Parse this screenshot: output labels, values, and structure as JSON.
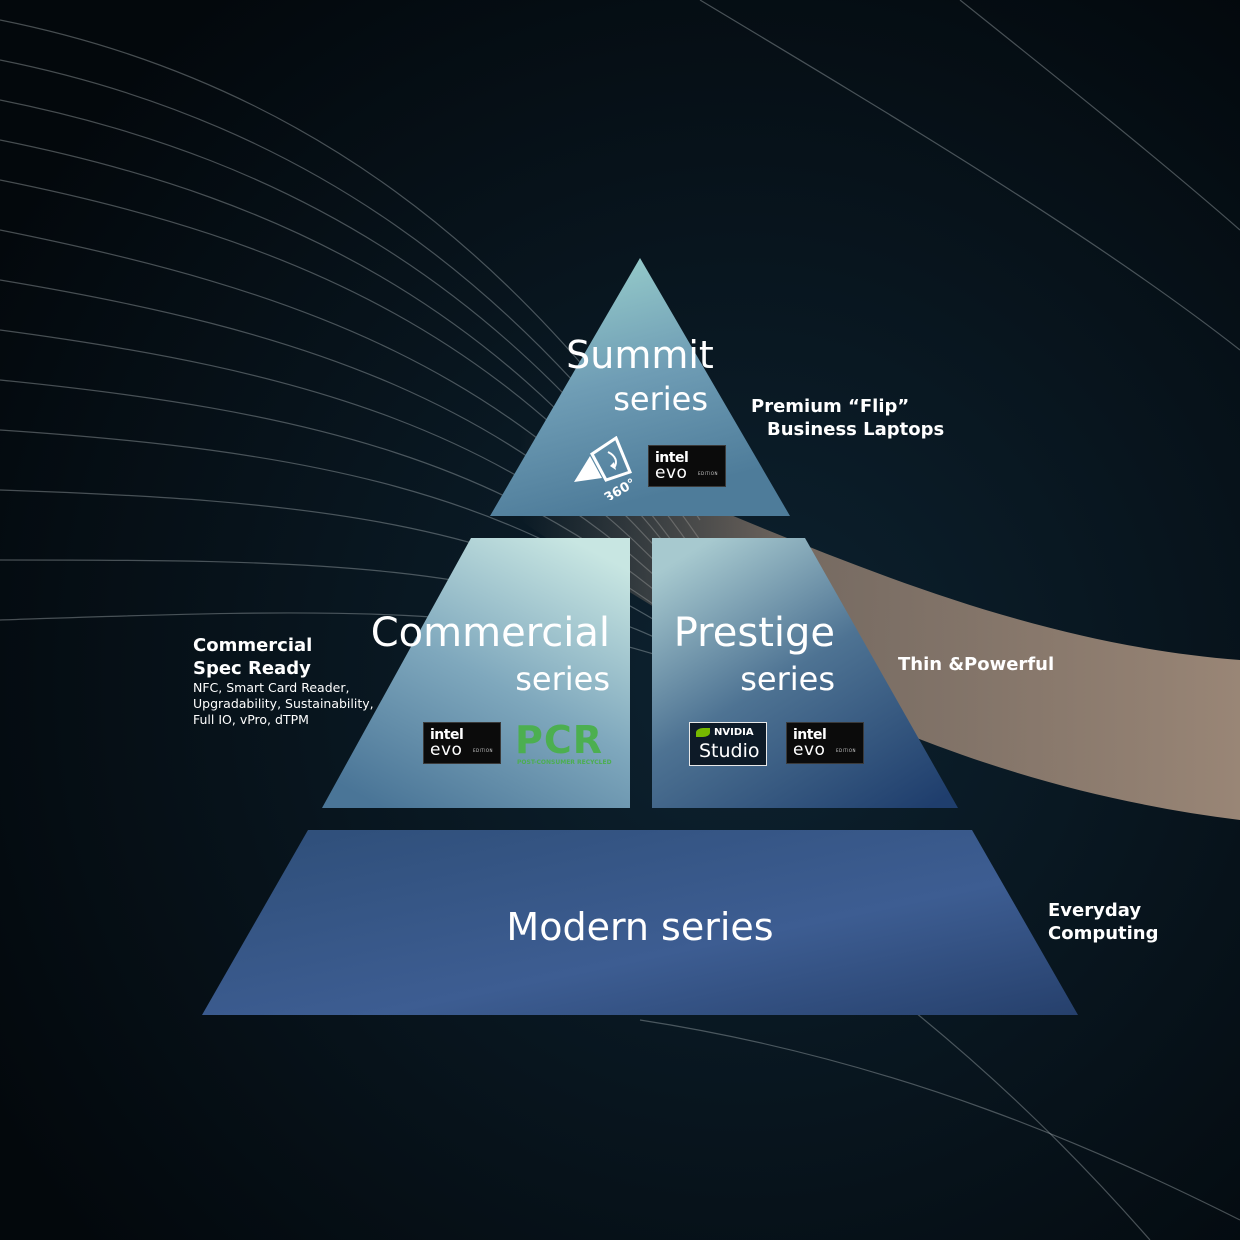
{
  "pyramid": {
    "top": {
      "name": "Summit",
      "word": "series",
      "badges": [
        "intel-evo-edition",
        "360-flip-icon"
      ]
    },
    "middle_left": {
      "name": "Commercial",
      "word": "series",
      "badges": [
        "intel-evo-edition",
        "pcr-logo"
      ]
    },
    "middle_right": {
      "name": "Prestige",
      "word": "series",
      "badges": [
        "nvidia-studio",
        "intel-evo-edition"
      ]
    },
    "bottom": {
      "label": "Modern series"
    }
  },
  "annotations": {
    "summit": {
      "line1": "Premium “Flip”",
      "line2": "Business Laptops"
    },
    "commercial": {
      "line1": "Commercial",
      "line2": "Spec Ready",
      "details": [
        "NFC, Smart Card Reader,",
        "Upgradability, Sustainability,",
        "Full IO, vPro, dTPM"
      ]
    },
    "prestige": {
      "line1": "Thin &Powerful"
    },
    "modern": {
      "line1": "Everyday",
      "line2": "Computing"
    }
  },
  "badges": {
    "intel": "intel",
    "evo": "evo",
    "edition": "EDITION",
    "pcr_big": "PCR",
    "pcr_small": "POST-CONSUMER RECYCLED",
    "nvidia": "NVIDIA",
    "studio": "Studio",
    "flip_degrees": "360°"
  },
  "colors": {
    "background": "#06121a",
    "tier_light": "#b9dcdc",
    "tier_dark": "#1e3a66",
    "pcr_green": "#4caf50",
    "nvidia_green": "#76b900"
  }
}
